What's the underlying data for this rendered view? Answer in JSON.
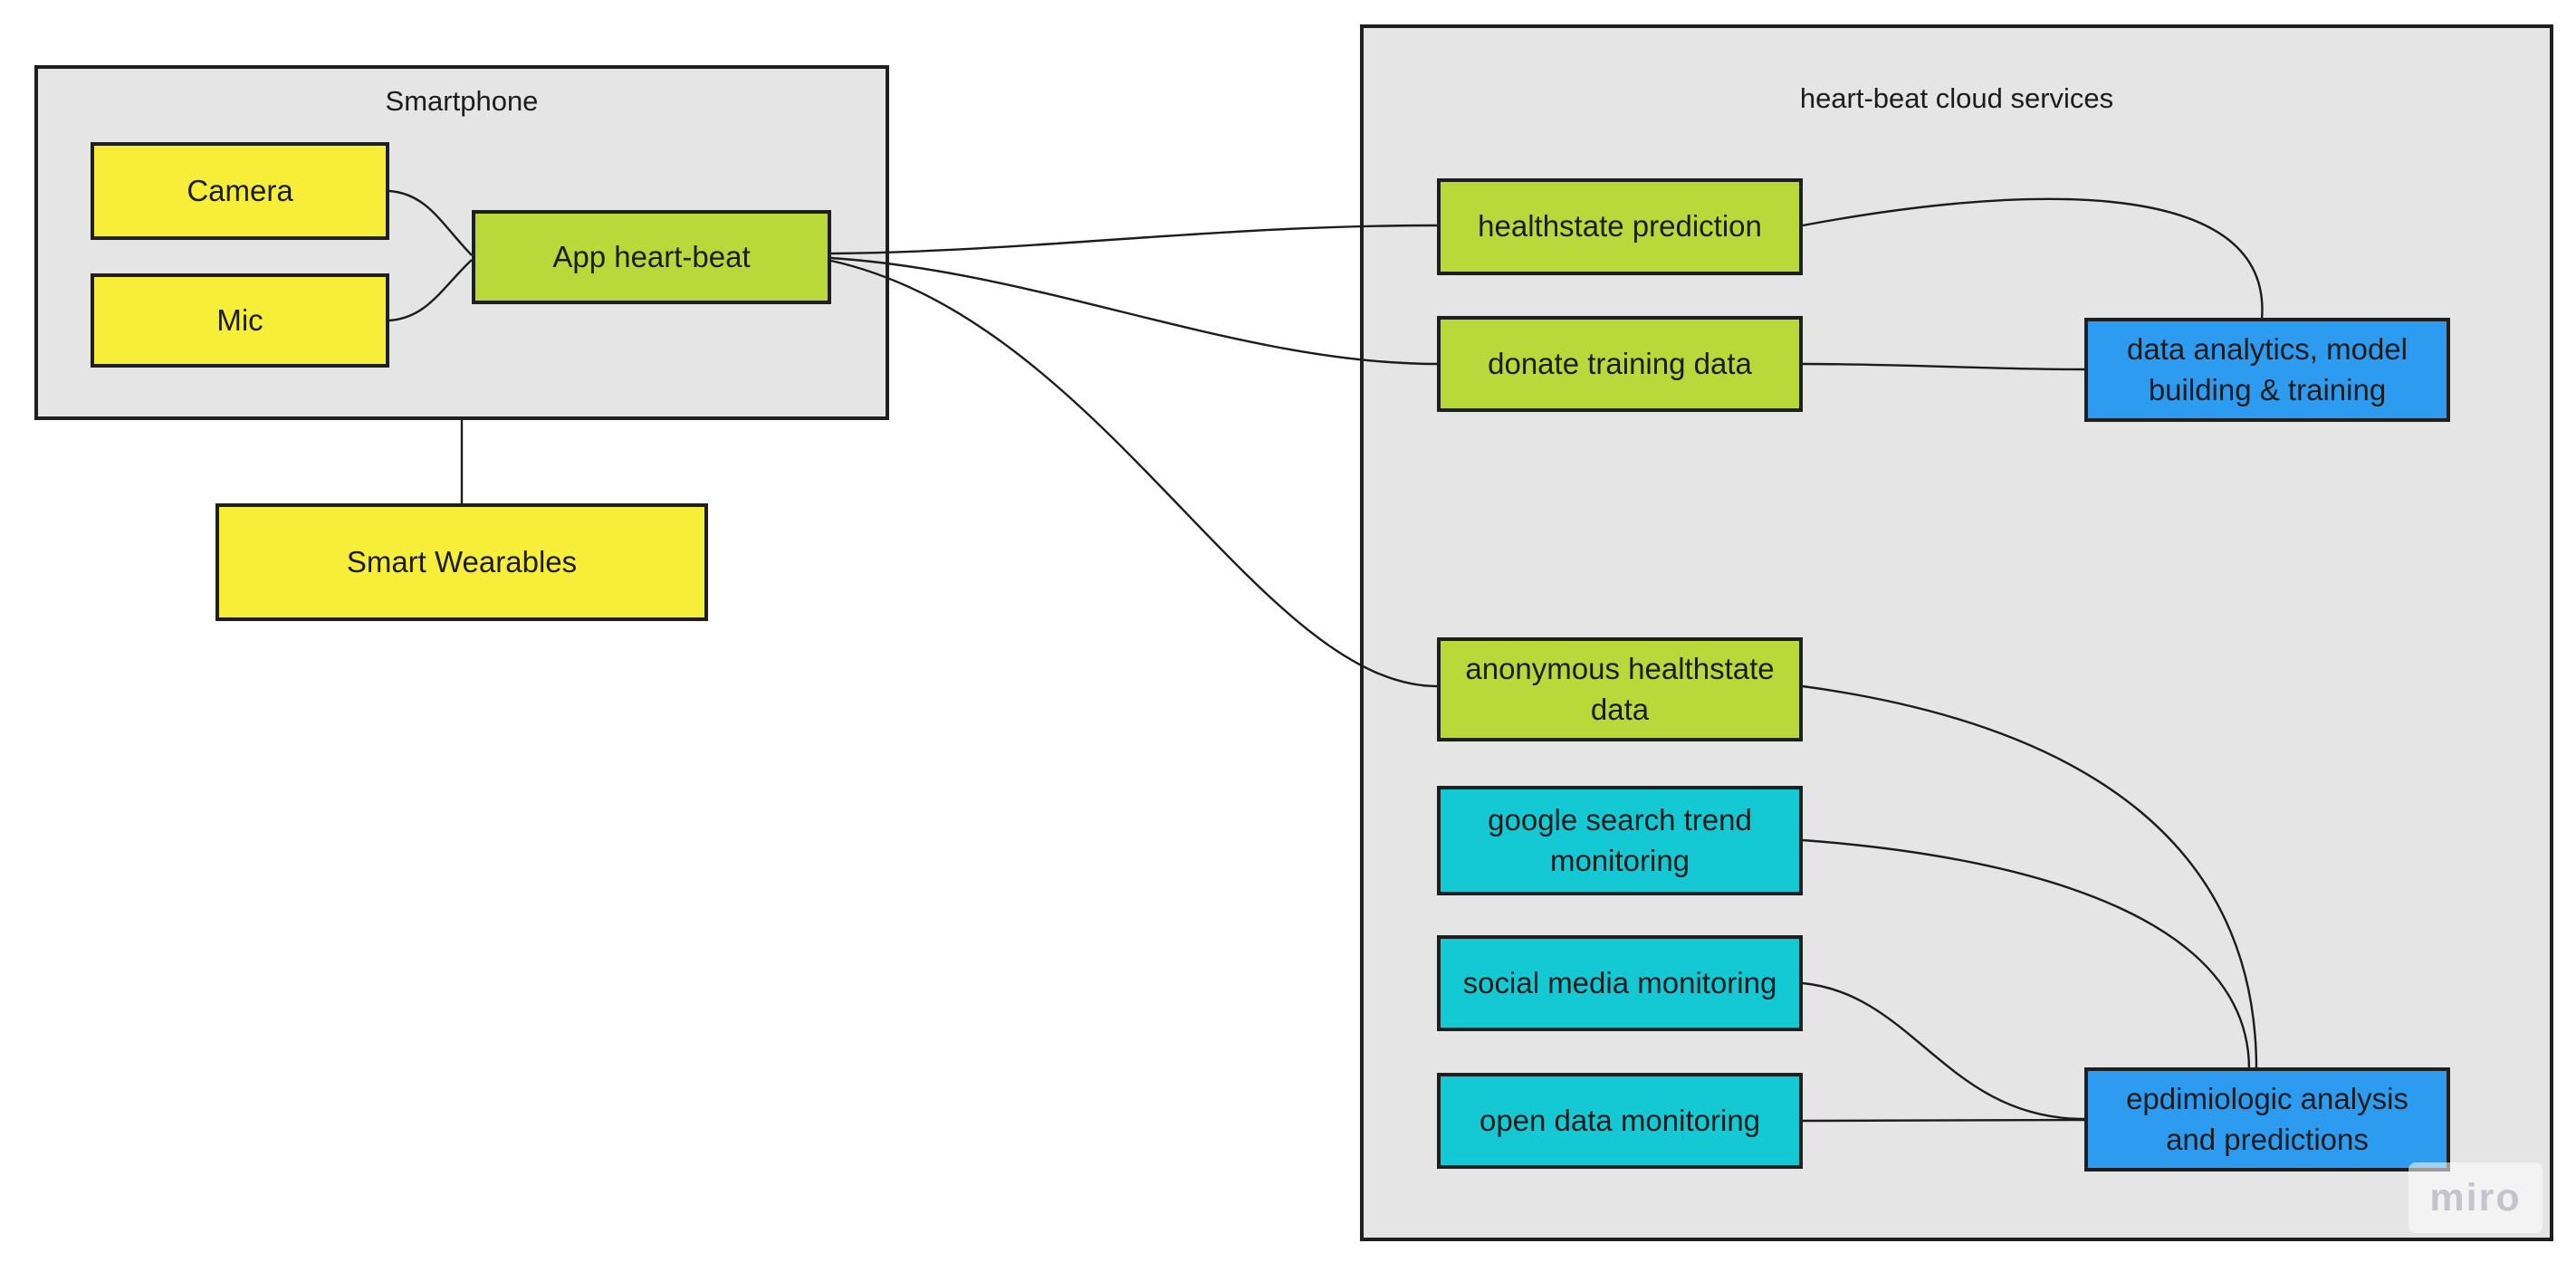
{
  "watermark": {
    "label": "miro"
  },
  "colors": {
    "yellow": "#f6ee38",
    "lime": "#b9d93a",
    "cyan": "#14c9d4",
    "blue": "#2d9bf0",
    "frame": "#e5e5e5",
    "border": "#1f1f1f",
    "line": "#1c1c1c",
    "text": "#1c1c1c",
    "watermark_text": "#c5c3cb"
  },
  "groups": [
    {
      "id": "smartphone",
      "title": "Smartphone"
    },
    {
      "id": "cloud",
      "title": "heart-beat cloud services"
    }
  ],
  "nodes": [
    {
      "id": "camera",
      "label": "Camera",
      "color": "yellow",
      "group": "smartphone"
    },
    {
      "id": "mic",
      "label": "Mic",
      "color": "yellow",
      "group": "smartphone"
    },
    {
      "id": "app-heart-beat",
      "label": "App heart-beat",
      "color": "lime",
      "group": "smartphone"
    },
    {
      "id": "smart-wearables",
      "label": "Smart Wearables",
      "color": "yellow",
      "group": null
    },
    {
      "id": "healthstate-prediction",
      "label": "healthstate prediction",
      "color": "lime",
      "group": "cloud"
    },
    {
      "id": "donate-training-data",
      "label": "donate training data",
      "color": "lime",
      "group": "cloud"
    },
    {
      "id": "data-analytics",
      "label": "data analytics, model building & training",
      "color": "blue",
      "group": "cloud"
    },
    {
      "id": "anonymous-healthstate-data",
      "label": "anonymous healthstate data",
      "color": "lime",
      "group": "cloud"
    },
    {
      "id": "google-search-trend",
      "label": "google search trend monitoring",
      "color": "cyan",
      "group": "cloud"
    },
    {
      "id": "social-media-monitoring",
      "label": "social media monitoring",
      "color": "cyan",
      "group": "cloud"
    },
    {
      "id": "open-data-monitoring",
      "label": "open data monitoring",
      "color": "cyan",
      "group": "cloud"
    },
    {
      "id": "epdimiologic-analysis",
      "label": "epdimiologic analysis and predictions",
      "color": "blue",
      "group": "cloud"
    }
  ],
  "edges": [
    {
      "from": "camera",
      "to": "app-heart-beat"
    },
    {
      "from": "mic",
      "to": "app-heart-beat"
    },
    {
      "from": "smartphone",
      "to": "smart-wearables"
    },
    {
      "from": "app-heart-beat",
      "to": "healthstate-prediction"
    },
    {
      "from": "app-heart-beat",
      "to": "donate-training-data"
    },
    {
      "from": "app-heart-beat",
      "to": "anonymous-healthstate-data"
    },
    {
      "from": "healthstate-prediction",
      "to": "data-analytics"
    },
    {
      "from": "donate-training-data",
      "to": "data-analytics"
    },
    {
      "from": "anonymous-healthstate-data",
      "to": "epdimiologic-analysis"
    },
    {
      "from": "google-search-trend",
      "to": "epdimiologic-analysis"
    },
    {
      "from": "social-media-monitoring",
      "to": "epdimiologic-analysis"
    },
    {
      "from": "open-data-monitoring",
      "to": "epdimiologic-analysis"
    }
  ]
}
